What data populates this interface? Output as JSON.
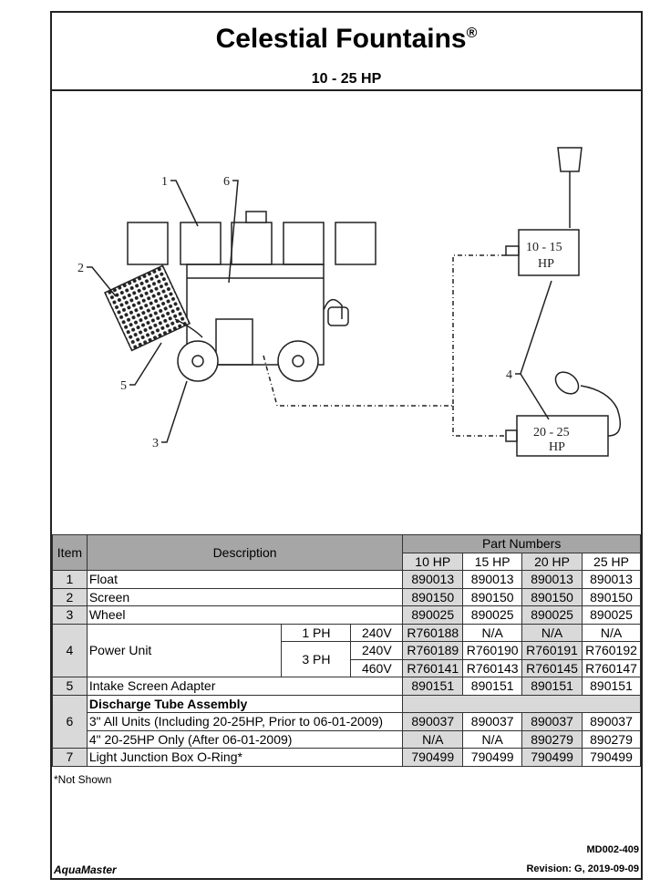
{
  "header": {
    "title": "Celestial Fountains",
    "reg": "®",
    "subtitle": "10 - 25 HP"
  },
  "diagram": {
    "callouts": [
      "1",
      "2",
      "3",
      "4",
      "5",
      "6"
    ],
    "light_small": "10 - 15",
    "light_small_unit": "HP",
    "light_large": "20 - 25",
    "light_large_unit": "HP"
  },
  "table": {
    "headers": {
      "item": "Item",
      "description": "Description",
      "part_numbers": "Part Numbers",
      "hp": [
        "10 HP",
        "15 HP",
        "20 HP",
        "25 HP"
      ]
    },
    "rows": [
      {
        "item": "1",
        "desc": "Float",
        "parts": [
          "890013",
          "890013",
          "890013",
          "890013"
        ]
      },
      {
        "item": "2",
        "desc": "Screen",
        "parts": [
          "890150",
          "890150",
          "890150",
          "890150"
        ]
      },
      {
        "item": "3",
        "desc": "Wheel",
        "parts": [
          "890025",
          "890025",
          "890025",
          "890025"
        ]
      },
      {
        "item": "4",
        "desc": "Power Unit",
        "sub": [
          {
            "phase": "1 PH",
            "volt": "240V",
            "parts": [
              "R760188",
              "N/A",
              "N/A",
              "N/A"
            ]
          },
          {
            "phase": "3 PH",
            "volt": "240V",
            "parts": [
              "R760189",
              "R760190",
              "R760191",
              "R760192"
            ]
          },
          {
            "volt": "460V",
            "parts": [
              "R760141",
              "R760143",
              "R760145",
              "R760147"
            ]
          }
        ]
      },
      {
        "item": "5",
        "desc": "Intake Screen Adapter",
        "parts": [
          "890151",
          "890151",
          "890151",
          "890151"
        ]
      },
      {
        "item": "6",
        "desc": "Discharge Tube Assembly",
        "sub": [
          {
            "desc": "3\" All Units (Including 20-25HP, Prior to 06-01-2009)",
            "parts": [
              "890037",
              "890037",
              "890037",
              "890037"
            ]
          },
          {
            "desc": "4\" 20-25HP Only (After 06-01-2009)",
            "parts": [
              "N/A",
              "N/A",
              "890279",
              "890279"
            ]
          }
        ]
      },
      {
        "item": "7",
        "desc": "Light Junction Box O-Ring*",
        "parts": [
          "790499",
          "790499",
          "790499",
          "790499"
        ]
      }
    ]
  },
  "footer": {
    "note": "*Not Shown",
    "doc_id": "MD002-409",
    "brand": "AquaMaster",
    "revision": "Revision: G, 2019-09-09"
  }
}
